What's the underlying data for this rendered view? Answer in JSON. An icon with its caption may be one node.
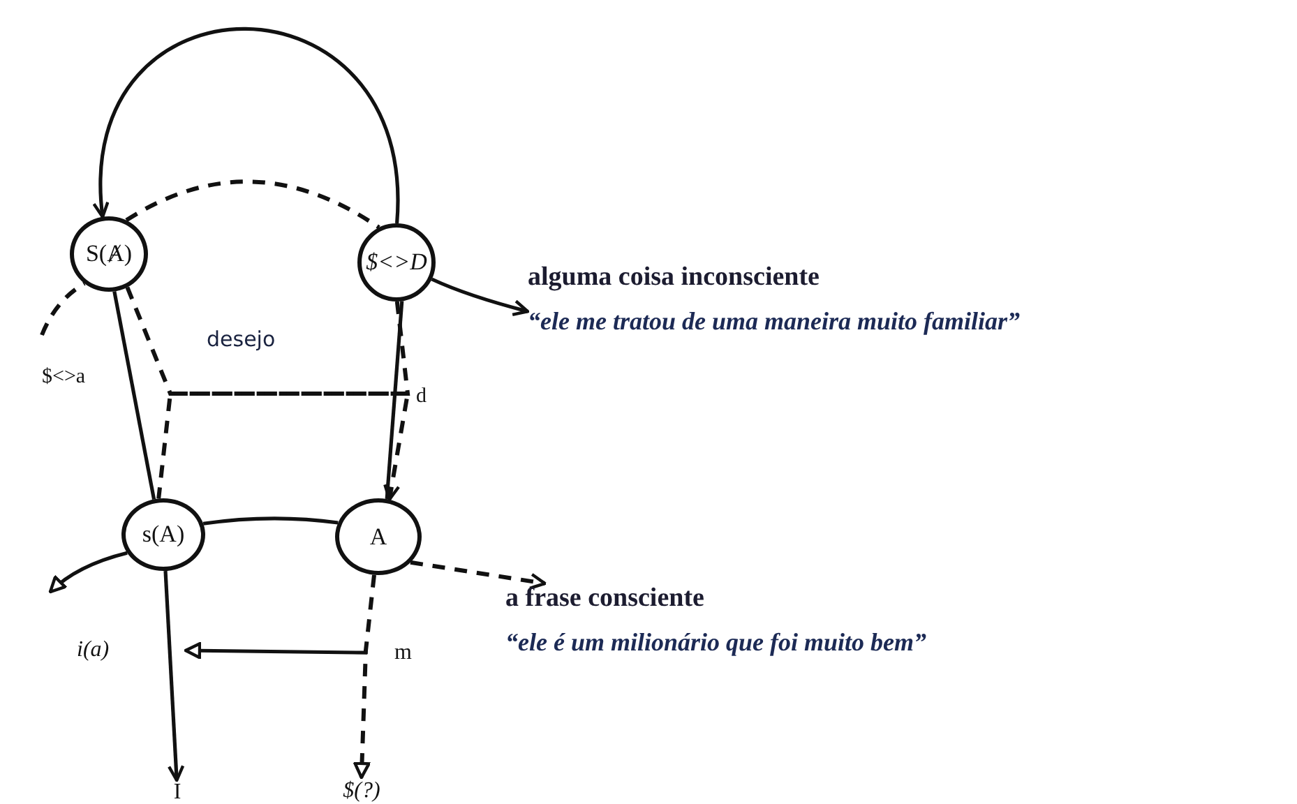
{
  "diagram": {
    "nodes": [
      {
        "text": [
          "S(Ⱥ)"
        ]
      },
      {
        "text": [
          "$<>D"
        ]
      },
      {
        "text": [
          "alguma coisa inconsciente",
          "“ele me tratou de uma maneira muito familiar”"
        ]
      },
      {
        "text": [
          "s(A)"
        ]
      },
      {
        "text": [
          "A"
        ]
      },
      {
        "text": [
          "a frase consciente",
          "“ele é um milionário que foi muito bem”"
        ]
      },
      {
        "text": [
          "i(a)"
        ]
      },
      {
        "text": [
          "m"
        ]
      },
      {
        "text": [
          "I"
        ]
      },
      {
        "text": [
          "$(?)"
        ]
      }
    ],
    "edges": [
      {
        "from": 1,
        "to": 0,
        "arrow": "to"
      },
      {
        "from": null,
        "to": 0,
        "arrow": "none",
        "style": "dashed"
      },
      {
        "from": 0,
        "to": 1,
        "arrow": "none",
        "style": "dashed"
      },
      {
        "from": 1,
        "to": 2,
        "arrow": "to"
      },
      {
        "from": 0,
        "to": 4,
        "arrow": "to",
        "style": "dashed",
        "label": "desejo"
      },
      {
        "from": 1,
        "to": 3,
        "arrow": "none",
        "style": "dashed"
      },
      {
        "from": 0,
        "to": 3,
        "arrow": "none",
        "label": "$<>a"
      },
      {
        "from": 4,
        "to": 1,
        "arrow": "none",
        "label": "d"
      },
      {
        "from": 3,
        "to": 4,
        "arrow": "none"
      },
      {
        "from": 3,
        "to": null,
        "arrow": "to"
      },
      {
        "from": 3,
        "to": 8,
        "arrow": "to"
      },
      {
        "from": 4,
        "to": 5,
        "arrow": "to",
        "style": "dashed"
      },
      {
        "from": 4,
        "to": 9,
        "arrow": "to",
        "style": "dashed"
      },
      {
        "from": 7,
        "to": 6,
        "arrow": "to"
      }
    ]
  }
}
